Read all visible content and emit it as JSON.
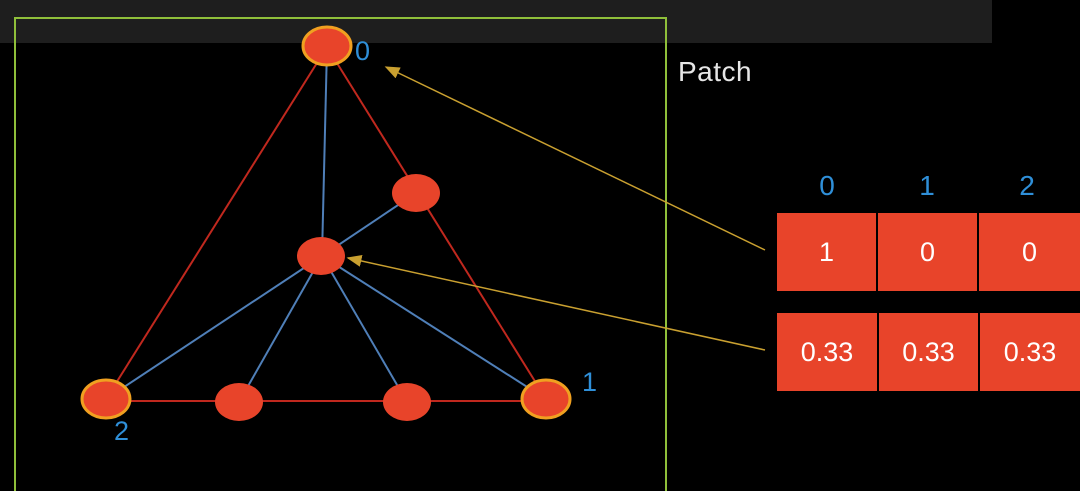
{
  "patch_label": "Patch",
  "vertex_labels": {
    "v0": "0",
    "v1": "1",
    "v2": "2"
  },
  "table": {
    "headers": [
      "0",
      "1",
      "2"
    ],
    "rows": [
      [
        "1",
        "0",
        "0"
      ],
      [
        "0.33",
        "0.33",
        "0.33"
      ]
    ]
  },
  "colors": {
    "background": "#000000",
    "patch_border": "#8fbf3a",
    "outer_edge": "#c0281e",
    "inner_edge": "#4f7fb8",
    "node_fill": "#e8442a",
    "node_outline_highlight": "#f0a020",
    "arrow": "#c9a030",
    "label_blue": "#2f8fd8",
    "cell_fill": "#e8442a"
  }
}
